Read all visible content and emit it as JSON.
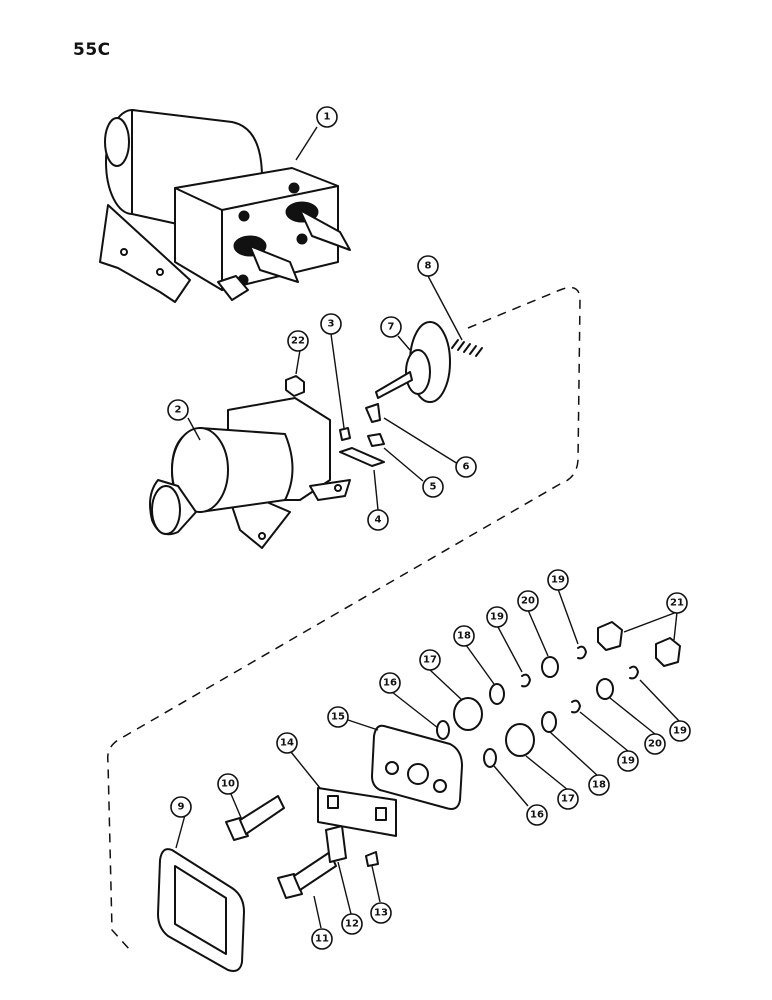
{
  "page": {
    "label": "55C"
  },
  "callouts": [
    {
      "num": "1"
    },
    {
      "num": "2"
    },
    {
      "num": "3"
    },
    {
      "num": "4"
    },
    {
      "num": "5"
    },
    {
      "num": "6"
    },
    {
      "num": "7"
    },
    {
      "num": "8"
    },
    {
      "num": "9"
    },
    {
      "num": "10"
    },
    {
      "num": "11"
    },
    {
      "num": "12"
    },
    {
      "num": "13"
    },
    {
      "num": "14"
    },
    {
      "num": "15"
    },
    {
      "num": "16"
    },
    {
      "num": "16"
    },
    {
      "num": "17"
    },
    {
      "num": "17"
    },
    {
      "num": "18"
    },
    {
      "num": "18"
    },
    {
      "num": "19"
    },
    {
      "num": "19"
    },
    {
      "num": "19"
    },
    {
      "num": "19"
    },
    {
      "num": "20"
    },
    {
      "num": "20"
    },
    {
      "num": "21"
    },
    {
      "num": "22"
    }
  ]
}
